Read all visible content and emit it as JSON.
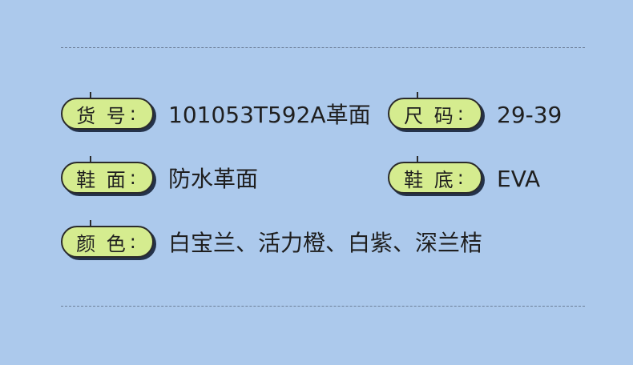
{
  "specs": [
    {
      "label": "货 号",
      "value": "101053T592A革面"
    },
    {
      "label": "尺 码",
      "value": "29-39"
    },
    {
      "label": "鞋 面",
      "value": "防水革面"
    },
    {
      "label": "鞋 底",
      "value": "EVA"
    },
    {
      "label": "颜 色",
      "value": "白宝兰、活力橙、白紫、深兰桔"
    }
  ],
  "colon": ":"
}
